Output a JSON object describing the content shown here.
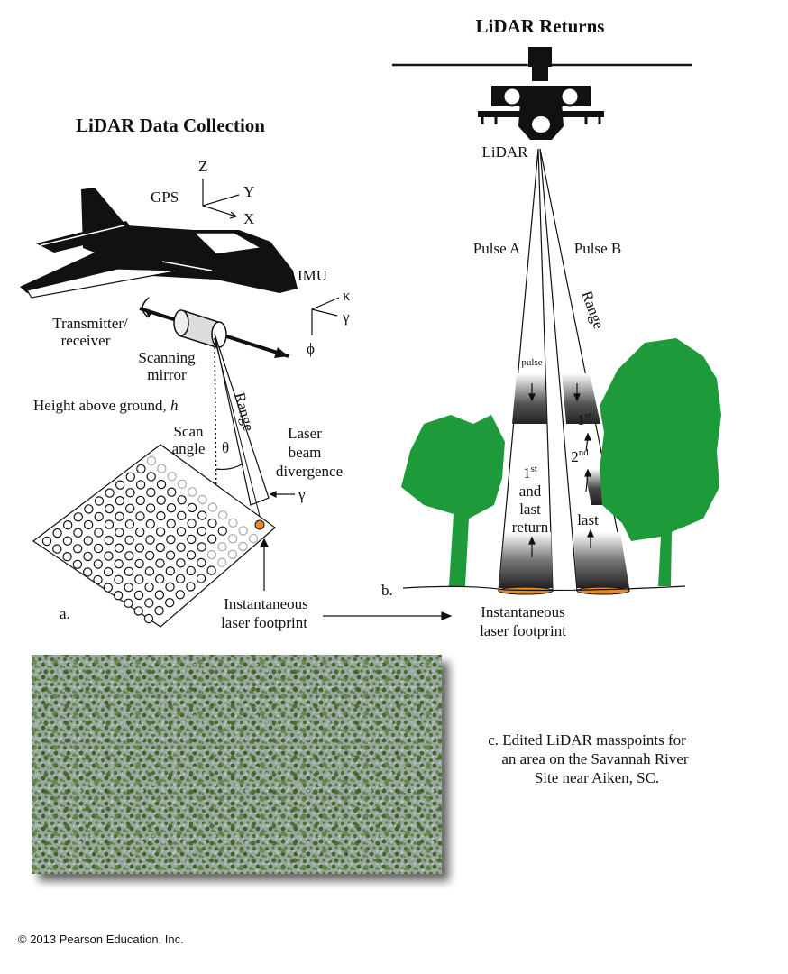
{
  "titles": {
    "collection": "LiDAR Data Collection",
    "returns": "LiDAR Returns"
  },
  "panel_a": {
    "gps": "GPS",
    "axis_z": "Z",
    "axis_y": "Y",
    "axis_x": "X",
    "imu": "IMU",
    "kappa": "κ",
    "gamma_imu": "γ",
    "phi": "ϕ",
    "transmitter_line1": "Transmitter/",
    "transmitter_line2": "receiver",
    "mirror_line1": "Scanning",
    "mirror_line2": "mirror",
    "height_label": "Height above ground,",
    "height_symbol": "h",
    "scan_line1": "Scan",
    "scan_line2": "angle",
    "theta": "θ",
    "range": "Range",
    "laser_line1": "Laser",
    "laser_line2": "beam",
    "laser_line3": "divergence",
    "gamma_beam": "γ",
    "footprint_line1": "Instantaneous",
    "footprint_line2": "laser footprint",
    "letter": "a."
  },
  "panel_b": {
    "lidar": "LiDAR",
    "pulse_a": "Pulse A",
    "pulse_b": "Pulse B",
    "range": "Range",
    "pulse": "pulse",
    "first_return_1": "1",
    "first_return_sup": "st",
    "first_return_2": "and",
    "first_return_3": "last",
    "first_return_4": "return",
    "b_first": "1",
    "b_first_sup": "st",
    "b_second": "2",
    "b_second_sup": "nd",
    "b_last": "last",
    "footprint_line1": "Instantaneous",
    "footprint_line2": "laser footprint",
    "letter": "b."
  },
  "panel_c": {
    "caption_line1": "c.  Edited LiDAR masspoints for",
    "caption_line2": "an area on the Savannah River",
    "caption_line3": "Site near Aiken, SC."
  },
  "copyright": "© 2013 Pearson Education, Inc.",
  "colors": {
    "tree_green": "#1e9a3a",
    "footprint_orange": "#e8892a",
    "masspoint_green": "#4a6e2e",
    "masspoint_ground": "#a9b3b0"
  }
}
